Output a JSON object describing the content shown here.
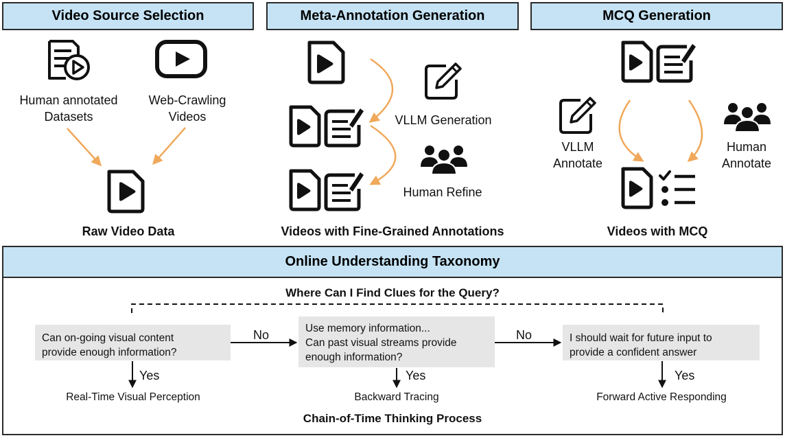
{
  "panels": {
    "source": {
      "title": "Video Source Selection",
      "human_label": "Human annotated\nDatasets",
      "web_label": "Web-Crawling\nVideos",
      "caption": "Raw Video Data"
    },
    "meta": {
      "title": "Meta-Annotation Generation",
      "vllm_label": "VLLM Generation",
      "human_label": "Human Refine",
      "caption": "Videos with Fine-Grained Annotations"
    },
    "mcq": {
      "title": "MCQ Generation",
      "vllm_label": "VLLM\nAnnotate",
      "human_label": "Human\nAnnotate",
      "caption": "Videos with MCQ"
    }
  },
  "taxonomy": {
    "title": "Online Understanding Taxonomy",
    "question": "Where Can I Find Clues for the Query?",
    "boxes": [
      "Can on-going visual content\nprovide enough information?",
      "Use memory information...\nCan past visual streams provide\nenough information?",
      "I should wait for future input to\nprovide a confident answer"
    ],
    "no_label": "No",
    "yes_label": "Yes",
    "outcomes": [
      "Real-Time Visual Perception",
      "Backward Tracing",
      "Forward Active Responding"
    ],
    "footer": "Chain-of-Time Thinking Process"
  },
  "colors": {
    "header_fill": "#c5e3f4",
    "arrow_orange": "#f0a85a",
    "box_gray": "#e6e6e6"
  },
  "icons": [
    "document-list-play-icon",
    "youtube-play-icon",
    "video-file-icon",
    "video-annotation-icon",
    "pencil-edit-icon",
    "people-group-icon",
    "mcq-list-icon"
  ]
}
